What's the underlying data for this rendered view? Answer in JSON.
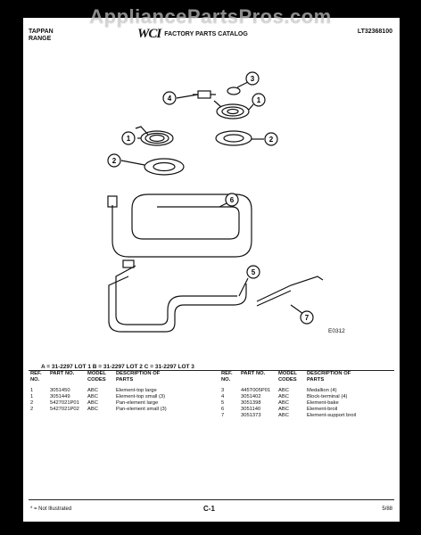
{
  "watermark": "AppliancePartsPros.com",
  "header": {
    "brand_line1": "TAPPAN",
    "brand_line2": "RANGE",
    "logo": "WCI",
    "catalog_title": "FACTORY PARTS CATALOG",
    "model_number": "LT32368100"
  },
  "diagram": {
    "code": "E0312",
    "callouts": [
      "1",
      "1",
      "2",
      "2",
      "3",
      "4",
      "5",
      "6",
      "7"
    ]
  },
  "lots": "A = 31-2297 LOT 1    B = 31-2297 LOT 2    C = 31-2297 LOT 3",
  "table_headers": {
    "ref": "REF. NO.",
    "part": "PART NO.",
    "model": "MODEL CODES",
    "desc": "DESCRIPTION OF PARTS"
  },
  "parts_left": [
    {
      "ref": "1",
      "part": "3051450",
      "model": "ABC",
      "desc": "Element-top large"
    },
    {
      "ref": "1",
      "part": "3051449",
      "model": "ABC",
      "desc": "Element-top small (3)"
    },
    {
      "ref": "2",
      "part": "5427021P01",
      "model": "ABC",
      "desc": "Pan-element large"
    },
    {
      "ref": "2",
      "part": "5427021P02",
      "model": "ABC",
      "desc": "Pan-element small (3)"
    }
  ],
  "parts_right": [
    {
      "ref": "3",
      "part": "445T005P01",
      "model": "ABC",
      "desc": "Medallion (4)"
    },
    {
      "ref": "4",
      "part": "3051402",
      "model": "ABC",
      "desc": "Block-terminal (4)"
    },
    {
      "ref": "5",
      "part": "3051398",
      "model": "ABC",
      "desc": "Element-bake"
    },
    {
      "ref": "6",
      "part": "3051140",
      "model": "ABC",
      "desc": "Element-broil"
    },
    {
      "ref": "7",
      "part": "3051373",
      "model": "ABC",
      "desc": "Element-support broil"
    }
  ],
  "footer": {
    "footnote": "* = Not Illustrated",
    "page": "C-1",
    "date": "5/88"
  }
}
